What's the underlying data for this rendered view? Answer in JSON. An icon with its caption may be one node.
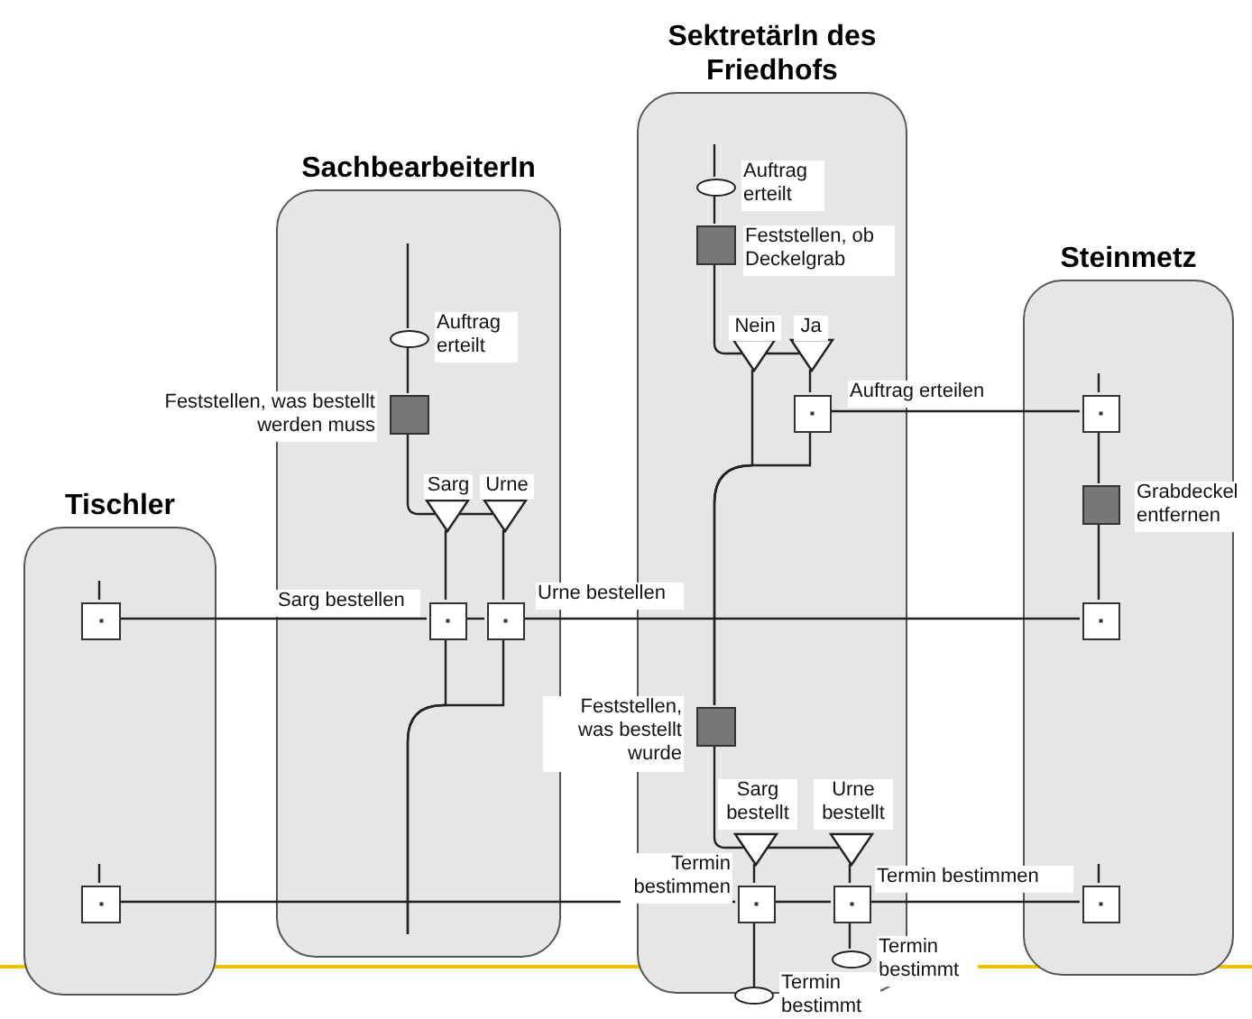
{
  "diagram": {
    "nodes": [
      {
        "text": [
          "Tischler"
        ]
      },
      {
        "text": [],
        "shape": "box",
        "in": 0
      },
      {
        "text": [],
        "shape": "box",
        "in": 0
      },
      {
        "text": [
          "SachbearbeiterIn"
        ]
      },
      {
        "text": [],
        "shape": "ellipse",
        "in": 3,
        "beside": [
          "Auftrag erteilt"
        ]
      },
      {
        "text": [],
        "shape": "block",
        "in": 3,
        "beside": [
          "Feststellen, was bestellt werden muss"
        ]
      },
      {
        "text": [],
        "shape": "triangle",
        "in": 3,
        "beside": [
          "Sarg"
        ]
      },
      {
        "text": [],
        "shape": "triangle",
        "in": 3,
        "beside": [
          "Urne"
        ]
      },
      {
        "text": [],
        "shape": "box",
        "in": 3,
        "beside": [
          "Sarg bestellen"
        ]
      },
      {
        "text": [],
        "shape": "box",
        "in": 3,
        "beside": [
          "Urne bestellen"
        ]
      },
      {
        "text": [
          "Sektretärln des Friedhofs"
        ]
      },
      {
        "text": [],
        "shape": "ellipse",
        "in": 10,
        "beside": [
          "Auftrag erteilt"
        ]
      },
      {
        "text": [],
        "shape": "block",
        "in": 10,
        "beside": [
          "Feststellen, ob Deckelgrab"
        ]
      },
      {
        "text": [],
        "shape": "triangle",
        "in": 10,
        "beside": [
          "Nein"
        ]
      },
      {
        "text": [],
        "shape": "triangle",
        "in": 10,
        "beside": [
          "Ja"
        ]
      },
      {
        "text": [],
        "shape": "box",
        "in": 10,
        "beside": [
          "Auftrag erteilen"
        ]
      },
      {
        "text": [],
        "shape": "block",
        "in": 10,
        "beside": [
          "Feststellen, was bestellt wurde"
        ]
      },
      {
        "text": [],
        "shape": "triangle",
        "in": 10,
        "beside": [
          "Sarg bestellt"
        ]
      },
      {
        "text": [],
        "shape": "triangle",
        "in": 10,
        "beside": [
          "Urne bestellt"
        ]
      },
      {
        "text": [],
        "shape": "box",
        "in": 10,
        "beside": [
          "Termin bestimmen"
        ]
      },
      {
        "text": [],
        "shape": "box",
        "in": 10,
        "beside": [
          "Termin bestimmen"
        ]
      },
      {
        "text": [],
        "shape": "ellipse",
        "beside": [
          "Termin bestimmt"
        ]
      },
      {
        "text": [],
        "shape": "ellipse",
        "in": 10,
        "beside": [
          "Termin bestimmt"
        ]
      },
      {
        "text": [
          "Steinmetz"
        ]
      },
      {
        "text": [],
        "shape": "box",
        "in": 23
      },
      {
        "text": [],
        "shape": "block",
        "in": 23,
        "beside": [
          "Grabdeckel entfernen"
        ]
      },
      {
        "text": [],
        "shape": "box",
        "in": 23
      },
      {
        "text": [],
        "shape": "box",
        "in": 23
      }
    ],
    "edges": [
      {
        "from": null,
        "to": 4,
        "arrow": "none"
      },
      {
        "from": 4,
        "to": 5,
        "arrow": "none"
      },
      {
        "from": 5,
        "to": 6,
        "arrow": "none"
      },
      {
        "from": 6,
        "to": 7,
        "arrow": "none"
      },
      {
        "from": 6,
        "to": 8,
        "arrow": "none"
      },
      {
        "from": 7,
        "to": 9,
        "arrow": "none"
      },
      {
        "from": 8,
        "to": null,
        "arrow": "none"
      },
      {
        "from": 9,
        "to": null,
        "arrow": "none"
      },
      {
        "from": 1,
        "to": 8,
        "arrow": "none"
      },
      {
        "from": 8,
        "to": 9,
        "arrow": "none"
      },
      {
        "from": 9,
        "to": 26,
        "arrow": "none"
      },
      {
        "from": 2,
        "to": 19,
        "arrow": "none"
      },
      {
        "from": 19,
        "to": 20,
        "arrow": "none"
      },
      {
        "from": 20,
        "to": 27,
        "arrow": "none"
      },
      {
        "from": null,
        "to": 11,
        "arrow": "none"
      },
      {
        "from": 11,
        "to": 12,
        "arrow": "none"
      },
      {
        "from": 12,
        "to": 13,
        "arrow": "none"
      },
      {
        "from": 13,
        "to": 14,
        "arrow": "none"
      },
      {
        "from": 14,
        "to": 15,
        "arrow": "none"
      },
      {
        "from": 13,
        "to": 16,
        "arrow": "none"
      },
      {
        "from": 15,
        "to": 16,
        "arrow": "none"
      },
      {
        "from": 15,
        "to": 24,
        "arrow": "none"
      },
      {
        "from": 16,
        "to": 17,
        "arrow": "none"
      },
      {
        "from": 17,
        "to": 18,
        "arrow": "none"
      },
      {
        "from": 17,
        "to": 19,
        "arrow": "none"
      },
      {
        "from": 18,
        "to": 20,
        "arrow": "none"
      },
      {
        "from": 19,
        "to": 21,
        "arrow": "none"
      },
      {
        "from": 20,
        "to": 22,
        "arrow": "none"
      },
      {
        "from": null,
        "to": 24,
        "arrow": "none"
      },
      {
        "from": 24,
        "to": 25,
        "arrow": "none"
      },
      {
        "from": 25,
        "to": 26,
        "arrow": "none"
      },
      {
        "from": null,
        "to": 1,
        "arrow": "none"
      },
      {
        "from": null,
        "to": 2,
        "arrow": "none"
      },
      {
        "from": null,
        "to": 27,
        "arrow": "none"
      }
    ]
  }
}
